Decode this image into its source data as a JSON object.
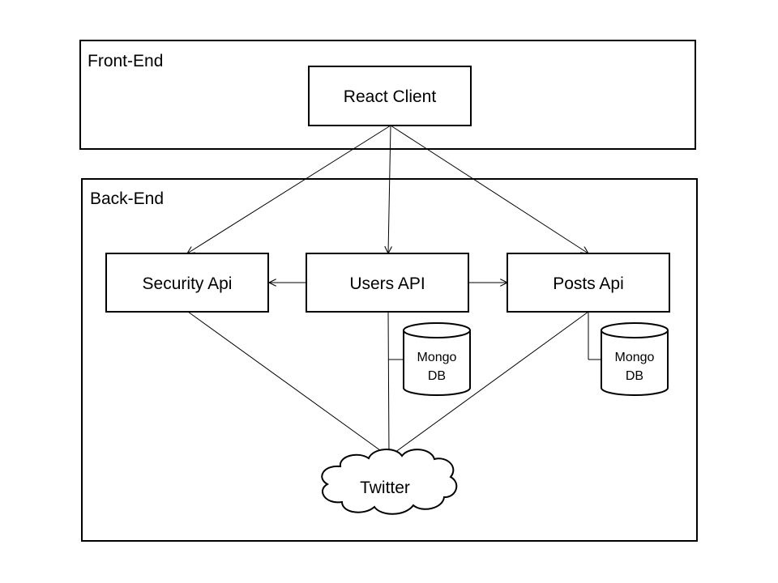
{
  "groups": {
    "frontend": {
      "label": "Front-End"
    },
    "backend": {
      "label": "Back-End"
    }
  },
  "nodes": {
    "react_client": {
      "label": "React Client"
    },
    "security_api": {
      "label": "Security Api"
    },
    "users_api": {
      "label": "Users API"
    },
    "posts_api": {
      "label": "Posts Api"
    },
    "twitter": {
      "label": "Twitter"
    }
  },
  "databases": {
    "users_db": {
      "line1": "Mongo",
      "line2": "DB"
    },
    "posts_db": {
      "line1": "Mongo",
      "line2": "DB"
    }
  },
  "edges": [
    {
      "from": "React Client",
      "to": "Security Api"
    },
    {
      "from": "React Client",
      "to": "Users API"
    },
    {
      "from": "React Client",
      "to": "Posts Api"
    },
    {
      "from": "Users API",
      "to": "Security Api"
    },
    {
      "from": "Users API",
      "to": "Posts Api"
    },
    {
      "from": "Security Api",
      "to": "Twitter"
    },
    {
      "from": "Users API",
      "to": "Twitter"
    },
    {
      "from": "Posts Api",
      "to": "Twitter"
    }
  ]
}
